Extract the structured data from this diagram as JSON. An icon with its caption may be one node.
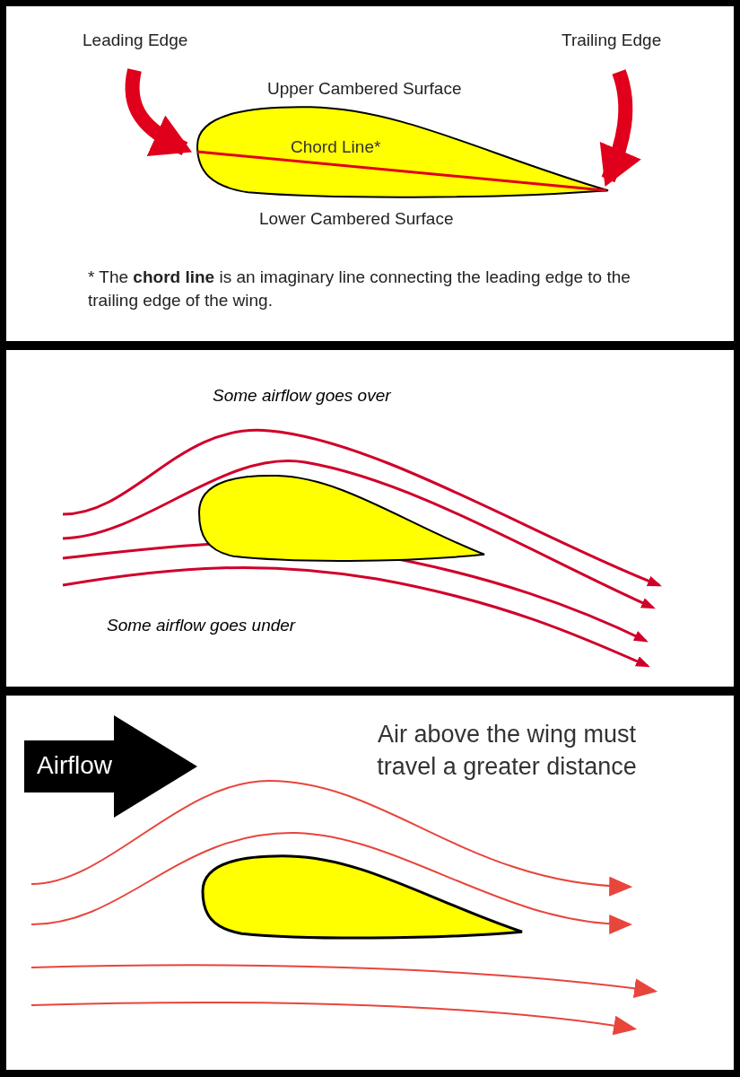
{
  "diagram": {
    "nodes": [
      {
        "text": [
          "Leading Edge"
        ]
      },
      {
        "text": [
          "Trailing Edge"
        ]
      },
      {
        "text": [
          "Chord Line*"
        ],
        "beside": [
          "Upper Cambered Surface",
          "Lower Cambered Surface"
        ]
      },
      {
        "text": [],
        "shape": "wing"
      },
      {
        "text": [],
        "shape": "wing"
      },
      {
        "text": [
          "Airflow"
        ]
      }
    ],
    "edges": [
      {
        "from": 0,
        "to": 2,
        "arrow": "to",
        "color": "#e0001b"
      },
      {
        "from": 1,
        "to": 2,
        "arrow": "to",
        "color": "#e0001b"
      }
    ],
    "labels": [
      "* The **chord line** is an imaginary line connecting the leading edge to the trailing edge of the wing.",
      "Some airflow goes over",
      "Some airflow goes under",
      "Air above the wing must travel a greater distance"
    ]
  }
}
